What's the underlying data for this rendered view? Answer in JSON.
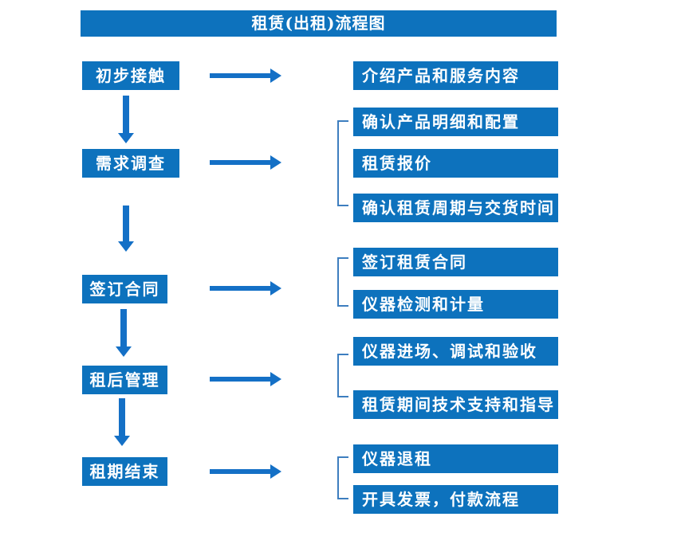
{
  "title": "租赁(出租)流程图",
  "colors": {
    "box_blue": "#0d72bd",
    "arrow_blue": "#1470c6",
    "bracket_blue": "#3d7ebf",
    "text_white": "#ffffff"
  },
  "flow": [
    {
      "step": "初步接触",
      "details": [
        "介绍产品和服务内容"
      ]
    },
    {
      "step": "需求调查",
      "details": [
        "确认产品明细和配置",
        "租赁报价",
        "确认租赁周期与交货时间"
      ]
    },
    {
      "step": "签订合同",
      "details": [
        "签订租赁合同",
        "仪器检测和计量"
      ]
    },
    {
      "step": "租后管理",
      "details": [
        "仪器进场、调试和验收",
        "租赁期间技术支持和指导"
      ]
    },
    {
      "step": "租期结束",
      "details": [
        "仪器退租",
        "开具发票，付款流程"
      ]
    }
  ]
}
